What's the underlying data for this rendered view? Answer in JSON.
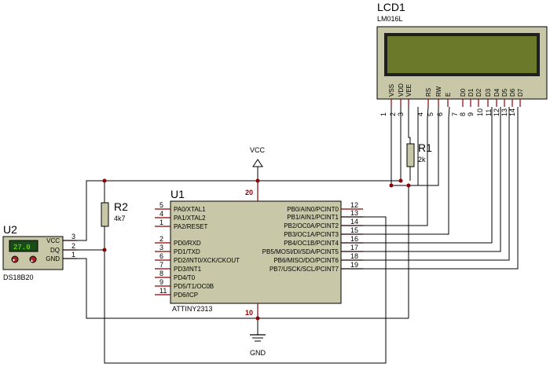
{
  "lcd": {
    "ref": "LCD1",
    "model": "LM016L",
    "pins": [
      {
        "name": "VSS",
        "num": "1"
      },
      {
        "name": "VDD",
        "num": "2"
      },
      {
        "name": "VEE",
        "num": "3"
      },
      {
        "name": "RS",
        "num": "4"
      },
      {
        "name": "RW",
        "num": "5"
      },
      {
        "name": "E",
        "num": "6"
      },
      {
        "name": "D0",
        "num": "7"
      },
      {
        "name": "D1",
        "num": "8"
      },
      {
        "name": "D2",
        "num": "9"
      },
      {
        "name": "D3",
        "num": "10"
      },
      {
        "name": "D4",
        "num": "11"
      },
      {
        "name": "D5",
        "num": "12"
      },
      {
        "name": "D6",
        "num": "13"
      },
      {
        "name": "D7",
        "num": "14"
      }
    ]
  },
  "r1": {
    "ref": "R1",
    "value": "2k"
  },
  "r2": {
    "ref": "R2",
    "value": "4k7"
  },
  "vcc": {
    "label": "VCC"
  },
  "gnd": {
    "label": "GND"
  },
  "u1": {
    "ref": "U1",
    "model": "ATTINY2313",
    "vcc_pin": "20",
    "gnd_pin": "10",
    "left_pins": [
      {
        "num": "5",
        "name": "PA0/XTAL1"
      },
      {
        "num": "4",
        "name": "PA1/XTAL2"
      },
      {
        "num": "1",
        "name": "PA2/RESET"
      },
      {
        "num": "2",
        "name": "PD0/RXD"
      },
      {
        "num": "3",
        "name": "PD1/TXD"
      },
      {
        "num": "6",
        "name": "PD2/INT0/XCK/CKOUT"
      },
      {
        "num": "7",
        "name": "PD3/INT1"
      },
      {
        "num": "8",
        "name": "PD4/T0"
      },
      {
        "num": "9",
        "name": "PD5/T1/OC0B"
      },
      {
        "num": "11",
        "name": "PD6/ICP"
      }
    ],
    "right_pins": [
      {
        "num": "12",
        "name": "PB0/AIN0/PCINT0"
      },
      {
        "num": "13",
        "name": "PB1/AIN1/PCINT1"
      },
      {
        "num": "14",
        "name": "PB2/OC0A/PCINT2"
      },
      {
        "num": "15",
        "name": "PB3/OC1A/PCINT3"
      },
      {
        "num": "16",
        "name": "PB4/OC1B/PCINT4"
      },
      {
        "num": "17",
        "name": "PB5/MOSI/DI/SDA/PCINT5"
      },
      {
        "num": "18",
        "name": "PB6/MISO/DO/PCINT6"
      },
      {
        "num": "19",
        "name": "PB7/USCK/SCL/PCINT7"
      }
    ]
  },
  "u2": {
    "ref": "U2",
    "model": "DS18B20",
    "display": "27.0",
    "pins": [
      {
        "name": "VCC",
        "num": "3"
      },
      {
        "name": "DQ",
        "num": "2"
      },
      {
        "name": "GND",
        "num": "1"
      }
    ]
  },
  "colors": {
    "chip": "#c8c8a8",
    "lcd_screen": "#6b7a2a",
    "pin": "#8b0000",
    "sensor_display": "#1a4a1a"
  }
}
